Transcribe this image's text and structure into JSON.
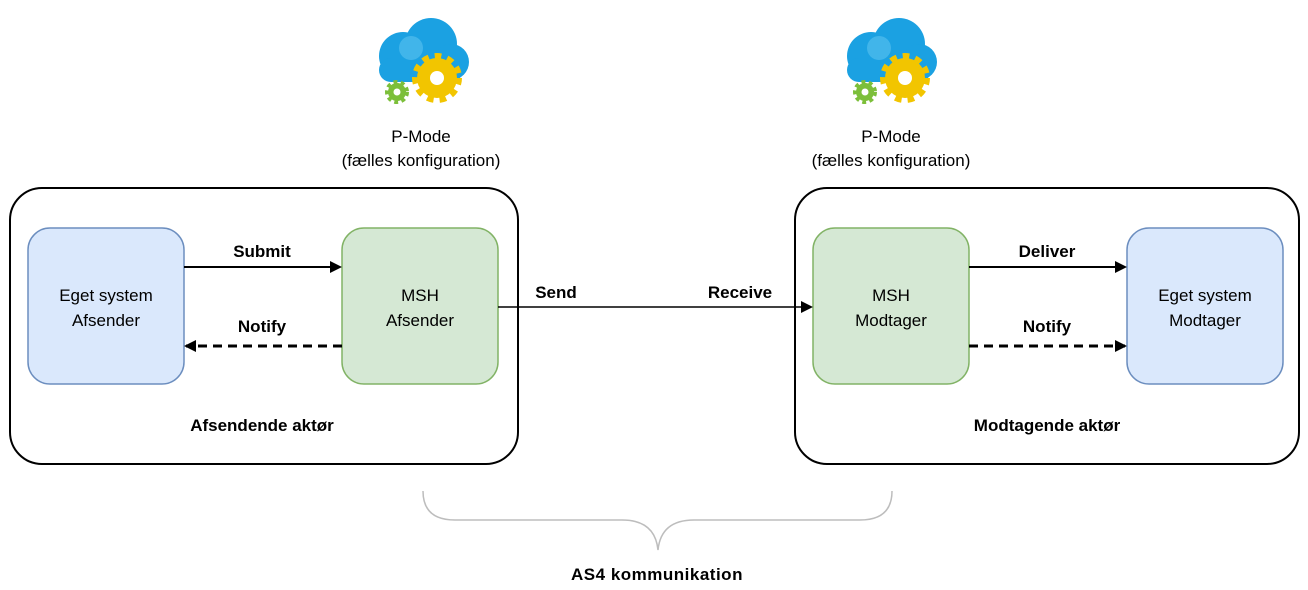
{
  "pmode_left": {
    "title": "P-Mode",
    "subtitle": "(fælles konfiguration)",
    "icon": "cloud-gears-icon"
  },
  "pmode_right": {
    "title": "P-Mode",
    "subtitle": "(fælles konfiguration)",
    "icon": "cloud-gears-icon"
  },
  "sender": {
    "group_label": "Afsendende aktør",
    "system_line1": "Eget system",
    "system_line2": "Afsender",
    "msh_line1": "MSH",
    "msh_line2": "Afsender",
    "submit": "Submit",
    "notify": "Notify"
  },
  "receiver": {
    "group_label": "Modtagende aktør",
    "system_line1": "Eget system",
    "system_line2": "Modtager",
    "msh_line1": "MSH",
    "msh_line2": "Modtager",
    "deliver": "Deliver",
    "notify": "Notify"
  },
  "link": {
    "send": "Send",
    "receive": "Receive"
  },
  "brace_label": "AS4 kommunikation",
  "colors": {
    "system_fill": "#dae8fc",
    "system_stroke": "#6c8ebf",
    "msh_fill": "#d5e8d4",
    "msh_stroke": "#82b366",
    "cloud": "#1ba1e2",
    "gear_yellow": "#f2c500",
    "gear_green": "#7cbf3a"
  }
}
